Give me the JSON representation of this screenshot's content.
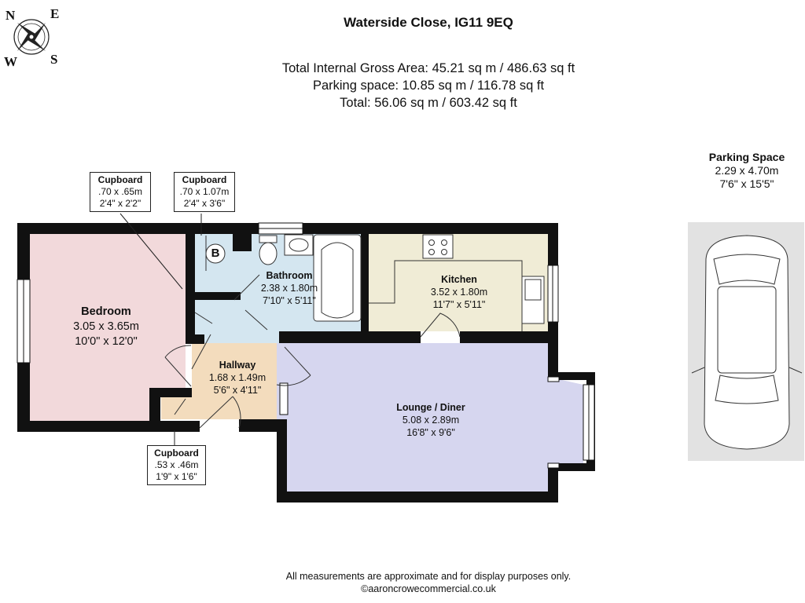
{
  "header": {
    "address": "Waterside Close, IG11 9EQ",
    "total_internal_area": "Total Internal Gross Area: 45.21 sq m / 486.63 sq ft",
    "parking_area": "Parking space: 10.85 sq m / 116.78 sq ft",
    "total_area": "Total: 56.06 sq m / 603.42 sq ft"
  },
  "compass": {
    "n": "N",
    "e": "E",
    "s": "S",
    "w": "W"
  },
  "rooms": {
    "bedroom": {
      "name": "Bedroom",
      "metric": "3.05 x 3.65m",
      "imperial": "10'0\" x 12'0\""
    },
    "bathroom": {
      "name": "Bathroom",
      "metric": "2.38 x 1.80m",
      "imperial": "7'10\" x 5'11\""
    },
    "kitchen": {
      "name": "Kitchen",
      "metric": "3.52 x 1.80m",
      "imperial": "11'7\" x 5'11\""
    },
    "hallway": {
      "name": "Hallway",
      "metric": "1.68 x 1.49m",
      "imperial": "5'6\" x 4'11\""
    },
    "lounge": {
      "name": "Lounge / Diner",
      "metric": "5.08 x 2.89m",
      "imperial": "16'8\" x 9'6\""
    },
    "boiler_label": "B"
  },
  "cupboards": [
    {
      "name": "Cupboard",
      "metric": ".70 x .65m",
      "imperial": "2'4\" x 2'2\""
    },
    {
      "name": "Cupboard",
      "metric": ".70 x 1.07m",
      "imperial": "2'4\" x 3'6\""
    },
    {
      "name": "Cupboard",
      "metric": ".53 x .46m",
      "imperial": "1'9\" x 1'6\""
    }
  ],
  "parking": {
    "name": "Parking Space",
    "metric": "2.29 x 4.70m",
    "imperial": "7'6\" x 15'5\""
  },
  "footer": {
    "disclaimer": "All measurements are approximate and for display purposes only.",
    "copyright": "©aaroncrowecommercial.co.uk"
  },
  "colors": {
    "wall": "#111111",
    "bedroom": "#f2d9db",
    "bathroom": "#d4e6f0",
    "kitchen": "#f0ecd6",
    "hallway": "#f3dcbd",
    "lounge": "#d6d6ef",
    "parking": "#e2e2e2"
  }
}
